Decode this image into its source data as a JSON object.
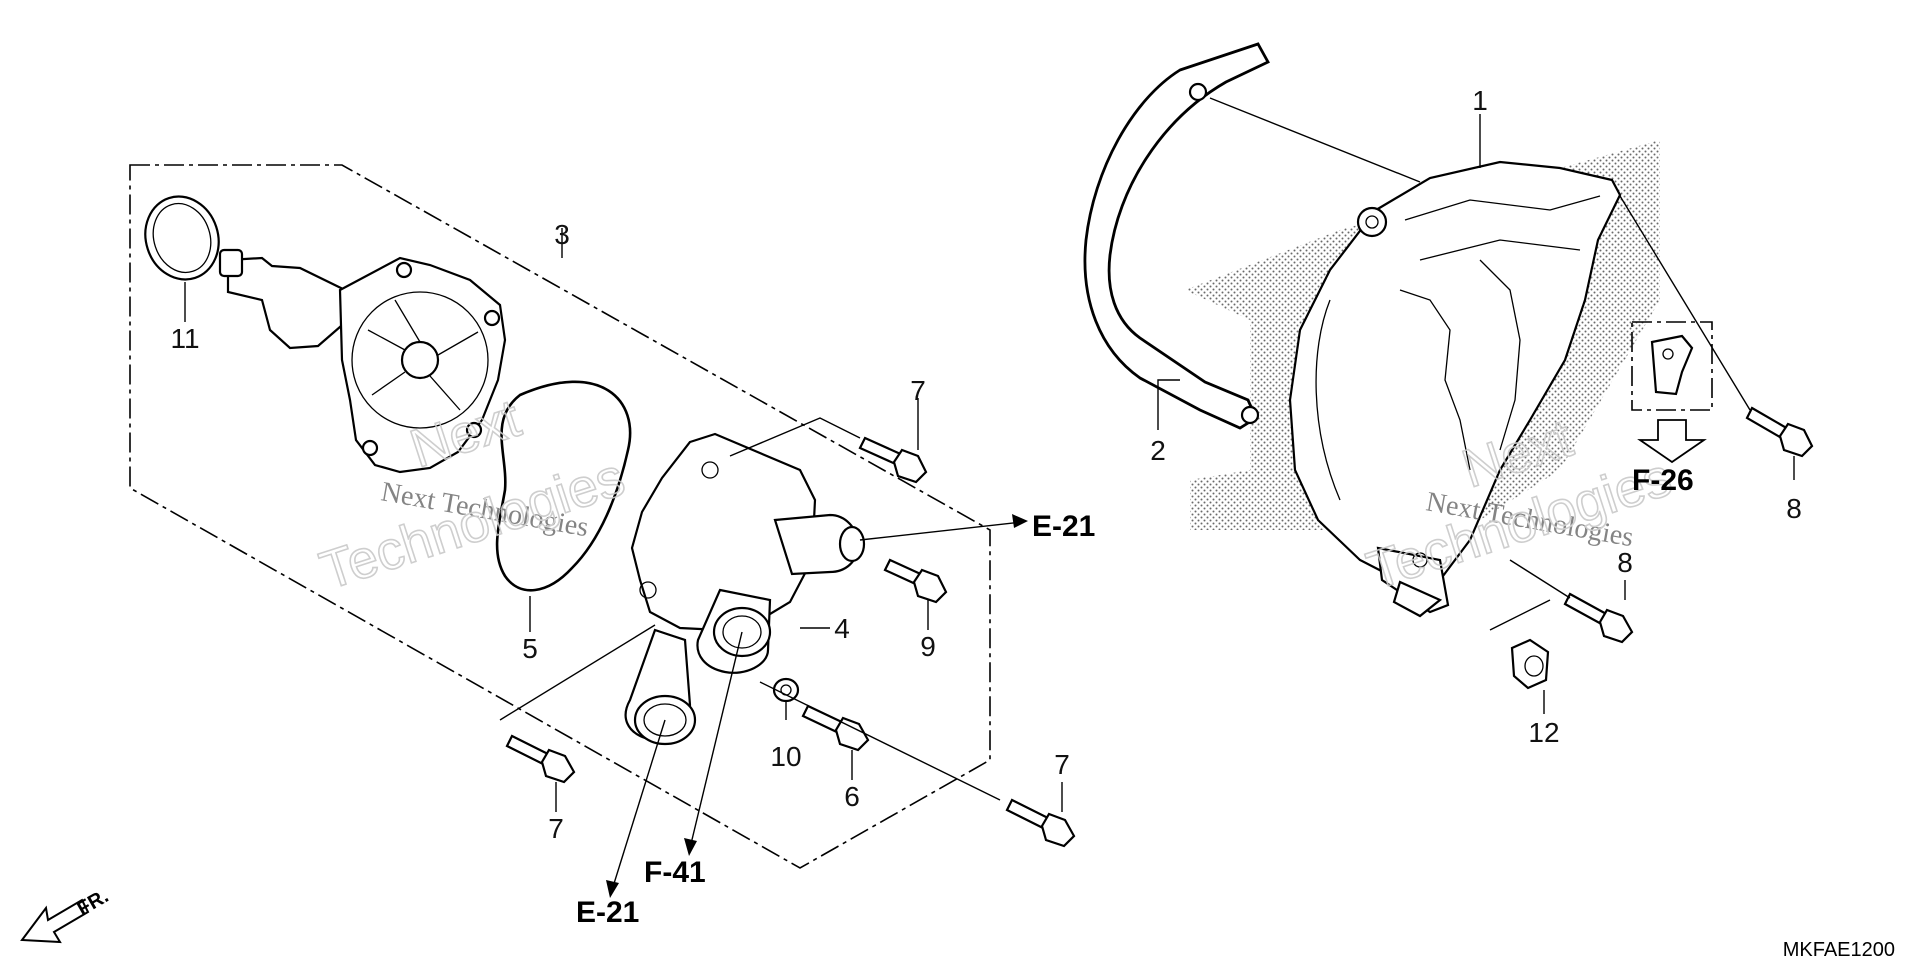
{
  "diagram_code": "MKFAE1200",
  "front_indicator": "FR.",
  "watermark": {
    "brand": "Next",
    "company": "Next Technologies",
    "word": "Technologies"
  },
  "callouts": [
    {
      "id": "c1",
      "label": "1"
    },
    {
      "id": "c2",
      "label": "2"
    },
    {
      "id": "c3",
      "label": "3"
    },
    {
      "id": "c4",
      "label": "4"
    },
    {
      "id": "c5",
      "label": "5"
    },
    {
      "id": "c6",
      "label": "6"
    },
    {
      "id": "c7a",
      "label": "7"
    },
    {
      "id": "c7b",
      "label": "7"
    },
    {
      "id": "c7c",
      "label": "7"
    },
    {
      "id": "c8a",
      "label": "8"
    },
    {
      "id": "c8b",
      "label": "8"
    },
    {
      "id": "c9",
      "label": "9"
    },
    {
      "id": "c10",
      "label": "10"
    },
    {
      "id": "c11",
      "label": "11"
    },
    {
      "id": "c12",
      "label": "12"
    }
  ],
  "references": [
    {
      "id": "r1",
      "label": "E-21"
    },
    {
      "id": "r2",
      "label": "E-21"
    },
    {
      "id": "r3",
      "label": "F-41"
    },
    {
      "id": "r4",
      "label": "F-26"
    }
  ]
}
